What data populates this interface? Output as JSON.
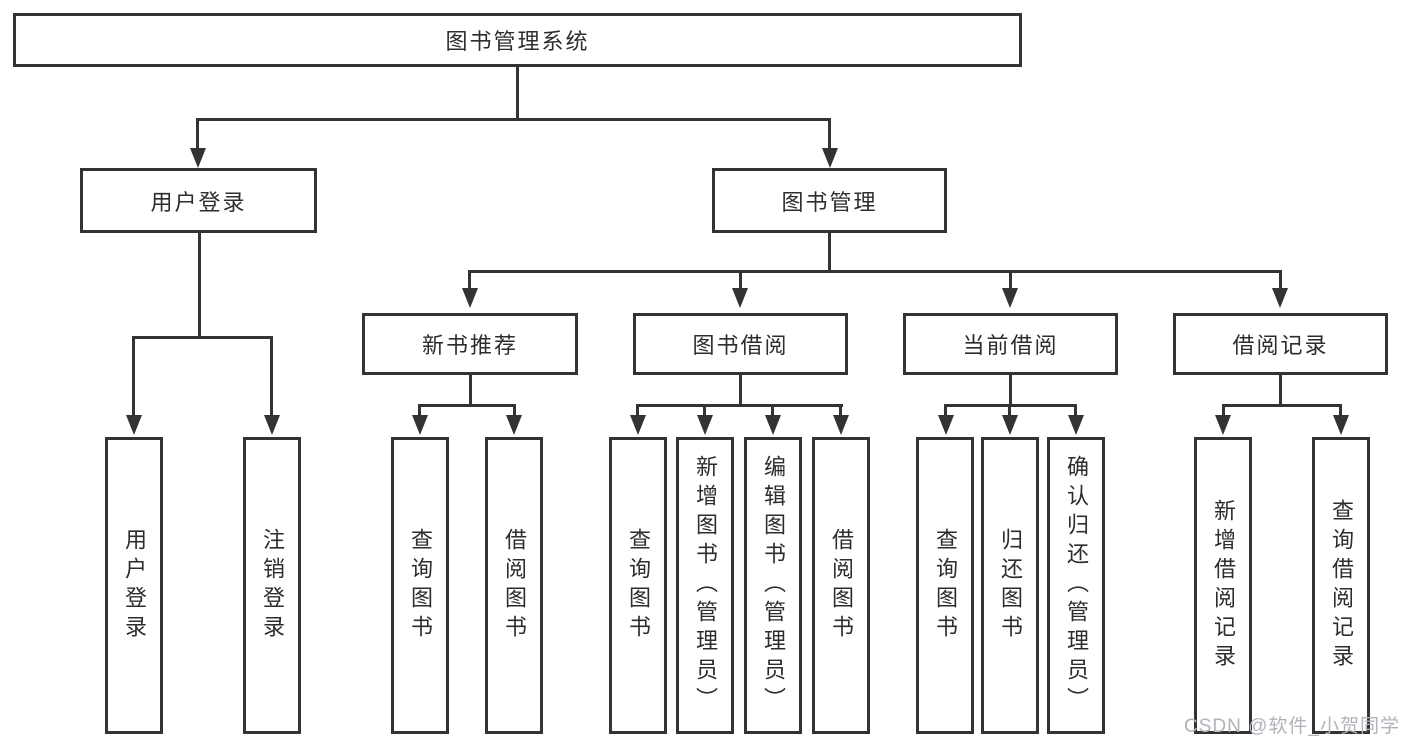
{
  "nodes": {
    "root": {
      "label": "图书管理系统"
    },
    "level2": [
      {
        "label": "用户登录"
      },
      {
        "label": "图书管理"
      }
    ],
    "level3": [
      {
        "label": "新书推荐",
        "parent": "图书管理"
      },
      {
        "label": "图书借阅",
        "parent": "图书管理"
      },
      {
        "label": "当前借阅",
        "parent": "图书管理"
      },
      {
        "label": "借阅记录",
        "parent": "图书管理"
      }
    ],
    "leaves": [
      {
        "label": "用户登录",
        "parent": "用户登录"
      },
      {
        "label": "注销登录",
        "parent": "用户登录"
      },
      {
        "label": "查询图书",
        "parent": "新书推荐"
      },
      {
        "label": "借阅图书",
        "parent": "新书推荐"
      },
      {
        "label": "查询图书",
        "parent": "图书借阅"
      },
      {
        "label": "新增图书（管理员）",
        "parent": "图书借阅"
      },
      {
        "label": "编辑图书（管理员）",
        "parent": "图书借阅"
      },
      {
        "label": "借阅图书",
        "parent": "图书借阅"
      },
      {
        "label": "查询图书",
        "parent": "当前借阅"
      },
      {
        "label": "归还图书",
        "parent": "当前借阅"
      },
      {
        "label": "确认归还（管理员）",
        "parent": "当前借阅"
      },
      {
        "label": "新增借阅记录",
        "parent": "借阅记录"
      },
      {
        "label": "查询借阅记录",
        "parent": "借阅记录"
      }
    ]
  },
  "watermark": "CSDN @软件_小贺同学",
  "colors": {
    "line": "#333333",
    "text": "#2d2d2d",
    "box_fill": "#ffffff",
    "background": "#ffffff",
    "watermark": "#b2b2ba"
  }
}
